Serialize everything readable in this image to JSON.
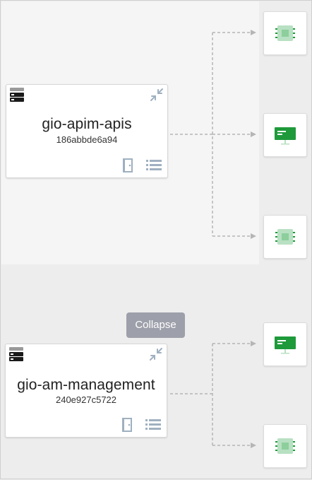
{
  "nodes": [
    {
      "name": "gio-apim-apis",
      "id": "186abbde6a94"
    },
    {
      "name": "gio-am-management",
      "id": "240e927c5722"
    }
  ],
  "tooltip": {
    "label": "Collapse"
  },
  "leaves": [
    {
      "icon": "chip-icon"
    },
    {
      "icon": "monitor-icon"
    },
    {
      "icon": "chip-icon"
    },
    {
      "icon": "monitor-icon"
    },
    {
      "icon": "chip-icon"
    }
  ],
  "colors": {
    "accent_green": "#1e9a3a",
    "chip_green": "#b8e0c2",
    "connector": "#b5b5b5",
    "tooltip_bg": "#9d9faa"
  }
}
